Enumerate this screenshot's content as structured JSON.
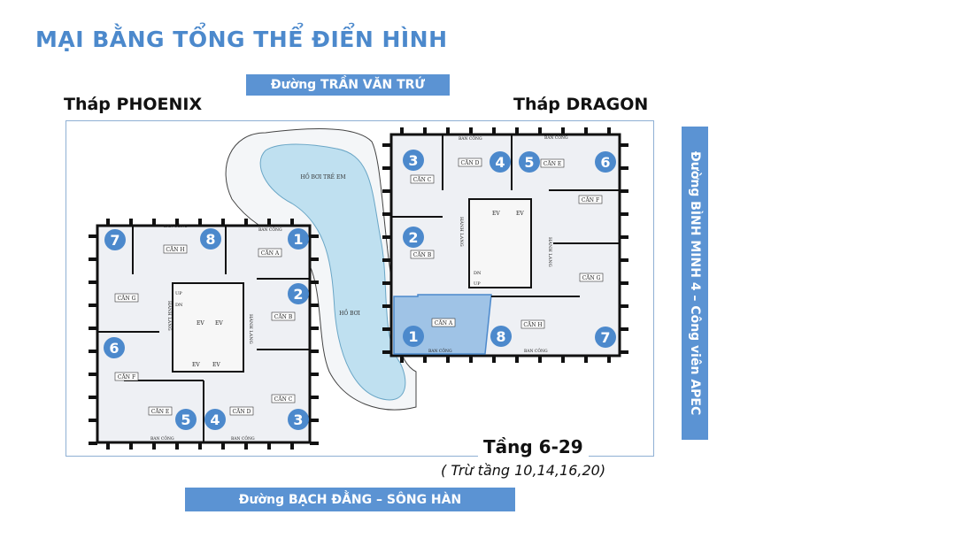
{
  "title": "MẠI BẰNG TỔNG THỂ ĐIỂN HÌNH",
  "streets": {
    "top": "Đường TRẦN VĂN TRỨ",
    "bottom": "Đường BẠCH ĐẰNG – SÔNG HÀN",
    "right": "Đường BÌNH MINH 4 – Công viên APEC"
  },
  "towers": {
    "phoenix": {
      "name": "Tháp PHOENIX",
      "units": [
        {
          "number": "1",
          "label": "CĂN A"
        },
        {
          "number": "2",
          "label": "CĂN B"
        },
        {
          "number": "3",
          "label": "CĂN C"
        },
        {
          "number": "4",
          "label": "CĂN D"
        },
        {
          "number": "5",
          "label": "CĂN E"
        },
        {
          "number": "6",
          "label": "CĂN F"
        },
        {
          "number": "7",
          "label": "CĂN G"
        },
        {
          "number": "8",
          "label": "CĂN H"
        }
      ]
    },
    "dragon": {
      "name": "Tháp DRAGON",
      "highlighted_unit": "CĂN A",
      "units": [
        {
          "number": "1",
          "label": "CĂN A"
        },
        {
          "number": "2",
          "label": "CĂN B"
        },
        {
          "number": "3",
          "label": "CĂN C"
        },
        {
          "number": "4",
          "label": "CĂN D"
        },
        {
          "number": "5",
          "label": "CĂN E"
        },
        {
          "number": "6",
          "label": "CĂN F"
        },
        {
          "number": "7",
          "label": "CĂN G"
        },
        {
          "number": "8",
          "label": "CĂN H"
        }
      ]
    }
  },
  "plan_labels": {
    "balcony": "BAN CÔNG",
    "corridor": "HÀNH LANG",
    "elevator": "EV",
    "up": "UP",
    "down": "DN",
    "kids_pool": "HỒ BƠI TRẺ EM",
    "pool": "HỒ BƠI"
  },
  "floor": {
    "levels": "Tầng 6-29",
    "exception": "( Trừ tầng 10,14,16,20)"
  },
  "colors": {
    "accent": "#4c89cc",
    "banner": "#5b93d3",
    "highlight": "#9fc3e6",
    "pool": "#bfe0f0",
    "room": "#eef0f4"
  }
}
